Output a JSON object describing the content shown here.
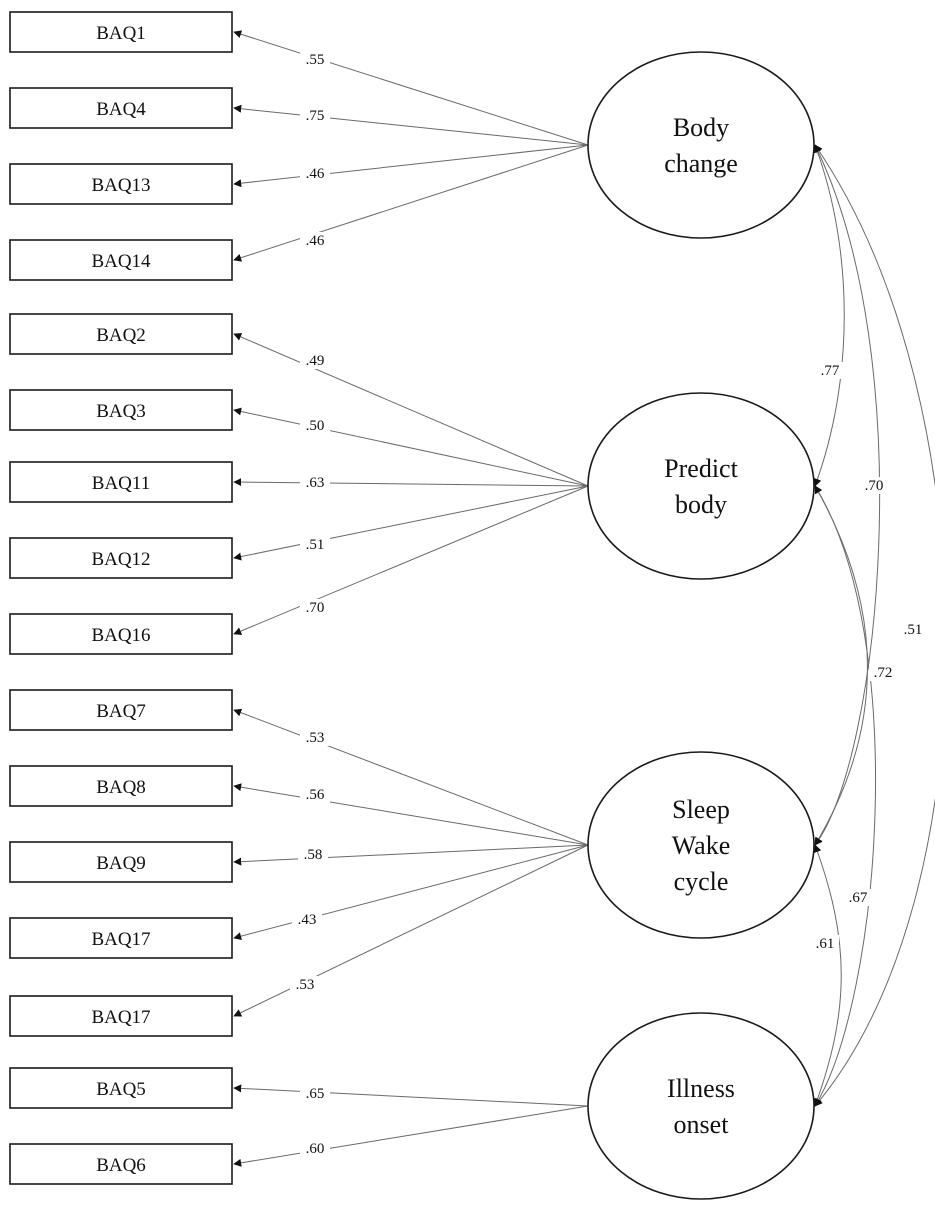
{
  "indicators": [
    {
      "id": "b1",
      "label": "BAQ1"
    },
    {
      "id": "b4",
      "label": "BAQ4"
    },
    {
      "id": "b13",
      "label": "BAQ13"
    },
    {
      "id": "b14",
      "label": "BAQ14"
    },
    {
      "id": "b2",
      "label": "BAQ2"
    },
    {
      "id": "b3",
      "label": "BAQ3"
    },
    {
      "id": "b11",
      "label": "BAQ11"
    },
    {
      "id": "b12",
      "label": "BAQ12"
    },
    {
      "id": "b16",
      "label": "BAQ16"
    },
    {
      "id": "b7",
      "label": "BAQ7"
    },
    {
      "id": "b8",
      "label": "BAQ8"
    },
    {
      "id": "b9",
      "label": "BAQ9"
    },
    {
      "id": "b17a",
      "label": "BAQ17"
    },
    {
      "id": "b17b",
      "label": "BAQ17"
    },
    {
      "id": "b5",
      "label": "BAQ5"
    },
    {
      "id": "b6",
      "label": "BAQ6"
    }
  ],
  "factors": [
    {
      "id": "body_change",
      "lines": [
        "Body",
        "change"
      ]
    },
    {
      "id": "predict_body",
      "lines": [
        "Predict",
        "body"
      ]
    },
    {
      "id": "sleep_wake",
      "lines": [
        "Sleep",
        "Wake",
        "cycle"
      ]
    },
    {
      "id": "illness",
      "lines": [
        "Illness",
        "onset"
      ]
    }
  ],
  "loadings": [
    {
      "factor": "body_change",
      "indicator": 0,
      "value": ".55"
    },
    {
      "factor": "body_change",
      "indicator": 1,
      "value": ".75"
    },
    {
      "factor": "body_change",
      "indicator": 2,
      "value": ".46"
    },
    {
      "factor": "body_change",
      "indicator": 3,
      "value": ".46"
    },
    {
      "factor": "predict_body",
      "indicator": 4,
      "value": ".49"
    },
    {
      "factor": "predict_body",
      "indicator": 5,
      "value": ".50"
    },
    {
      "factor": "predict_body",
      "indicator": 6,
      "value": ".63"
    },
    {
      "factor": "predict_body",
      "indicator": 7,
      "value": ".51"
    },
    {
      "factor": "predict_body",
      "indicator": 8,
      "value": ".70"
    },
    {
      "factor": "sleep_wake",
      "indicator": 9,
      "value": ".53"
    },
    {
      "factor": "sleep_wake",
      "indicator": 10,
      "value": ".56"
    },
    {
      "factor": "sleep_wake",
      "indicator": 11,
      "value": ".58"
    },
    {
      "factor": "sleep_wake",
      "indicator": 12,
      "value": ".43"
    },
    {
      "factor": "sleep_wake",
      "indicator": 13,
      "value": ".53"
    },
    {
      "factor": "illness",
      "indicator": 14,
      "value": ".65"
    },
    {
      "factor": "illness",
      "indicator": 15,
      "value": ".60"
    }
  ],
  "covariances": [
    {
      "from": "body_change",
      "to": "predict_body",
      "value": ".77"
    },
    {
      "from": "body_change",
      "to": "sleep_wake",
      "value": ".70"
    },
    {
      "from": "body_change",
      "to": "illness",
      "value": ".51"
    },
    {
      "from": "predict_body",
      "to": "sleep_wake",
      "value": ".72"
    },
    {
      "from": "predict_body",
      "to": "illness",
      "value": ".67"
    },
    {
      "from": "sleep_wake",
      "to": "illness",
      "value": ".61"
    }
  ]
}
